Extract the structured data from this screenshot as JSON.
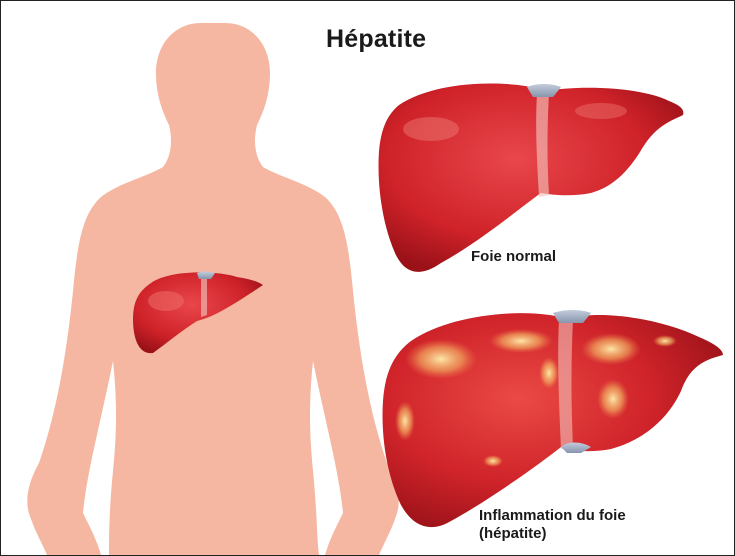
{
  "title": "Hépatite",
  "labels": {
    "normal": "Foie normal",
    "inflamed_line1": "Inflammation du foie",
    "inflamed_line2": "(hépatite)"
  },
  "colors": {
    "skin": "#f5b7a1",
    "liver": "#d62a32",
    "liver_dark": "#a3141c",
    "liver_highlight": "#ee6a62",
    "inflamed_glow": "#f9d27a",
    "ligament": "#9fb0c8"
  }
}
